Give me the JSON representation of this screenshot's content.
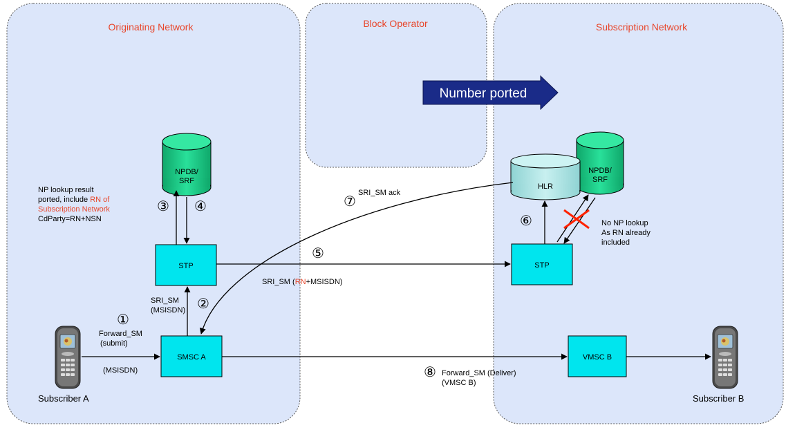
{
  "regions": {
    "originating": "Originating Network",
    "block": "Block Operator",
    "subscription": "Subscription Network"
  },
  "banner": "Number ported",
  "nodes": {
    "stp_left": "STP",
    "stp_right": "STP",
    "smsc_a": "SMSC A",
    "vmsc_b": "VMSC B",
    "hlr": "HLR",
    "npdb_left": [
      "NPDB/",
      "SRF"
    ],
    "npdb_right": [
      "NPDB/",
      "SRF"
    ]
  },
  "subscribers": {
    "a": "Subscriber A",
    "b": "Subscriber B"
  },
  "steps": {
    "s1": "①",
    "s2": "②",
    "s3": "③",
    "s4": "④",
    "s5": "⑤",
    "s6": "⑥",
    "s7": "⑦",
    "s8": "⑧"
  },
  "annotations": {
    "np_lookup": {
      "line1": "NP lookup result",
      "line2_pre": "ported, include ",
      "line2_red": "RN of",
      "line3_red": "Subscription Network",
      "line4": "CdParty=RN+NSN"
    },
    "no_np": [
      "No NP lookup",
      "As RN already",
      "included"
    ],
    "forward_sm_submit": [
      "Forward_SM",
      "(submit)"
    ],
    "msisdn_a": "(MSISDN)",
    "sri_sm": [
      "SRI_SM",
      "(MSISDN)"
    ],
    "sri_sm_rn": {
      "pre": "SRI_SM (",
      "red": "RN",
      "post": "+MSISDN)"
    },
    "sri_sm_ack": "SRI_SM ack",
    "forward_sm_deliver": [
      "Forward_SM (Deliver)",
      "(VMSC B)"
    ]
  },
  "colors": {
    "region_fill": "#dce6fa",
    "region_title": "#e8462b",
    "node_fill": "#00e5ee",
    "db_fill": "#1fd08a",
    "hlr_fill": "#aee6e6",
    "banner_fill": "#1a2b88",
    "red_x": "#ff2200"
  }
}
